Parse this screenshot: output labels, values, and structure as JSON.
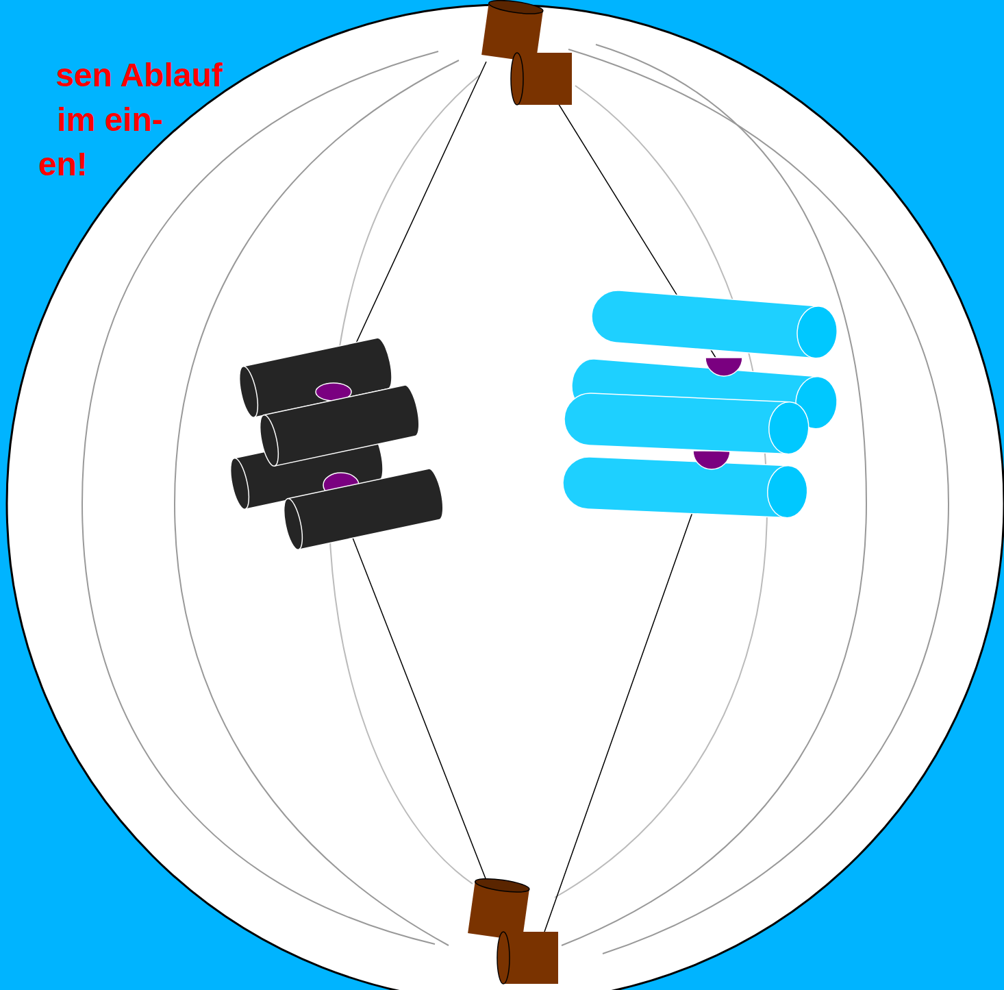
{
  "diagram": {
    "labels": [
      "sen Ablauf",
      "im ein-",
      "en!"
    ]
  }
}
